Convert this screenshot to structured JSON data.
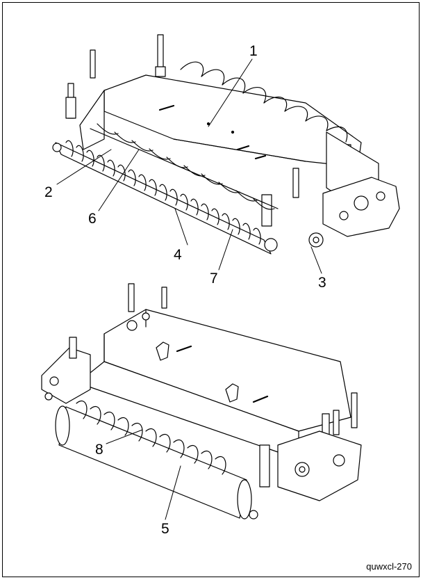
{
  "figure_code": "quwxcl-270",
  "callouts": {
    "c1": "1",
    "c2": "2",
    "c3": "3",
    "c4": "4",
    "c5": "5",
    "c6": "6",
    "c7": "7",
    "c8": "8"
  }
}
